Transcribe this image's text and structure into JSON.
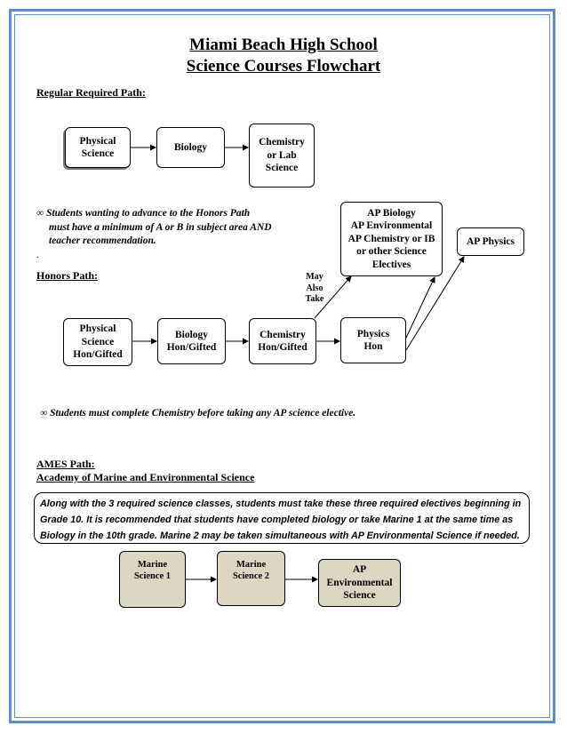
{
  "header": {
    "line1": "Miami Beach High School",
    "line2": "Science Courses Flowchart"
  },
  "regular": {
    "label": "Regular Required Path:",
    "boxes": [
      "Physical\nScience",
      "Biology",
      "Chemistry\nor Lab\nScience"
    ]
  },
  "honors_note": {
    "line1": "∞ Students wanting to advance to the Honors Path",
    "line2": "must have a minimum of A or B in subject area AND",
    "line3": "teacher recommendation."
  },
  "honors": {
    "label": "Honors Path:",
    "boxes": [
      "Physical\nScience\nHon/Gifted",
      "Biology\nHon/Gifted",
      "Chemistry\nHon/Gifted",
      "Physics\nHon"
    ],
    "may_also_take": "May\nAlso\nTake",
    "ap_electives": "AP Biology\nAP Environmental\nAP Chemistry or IB\nor other Science\nElectives",
    "ap_physics": "AP Physics"
  },
  "chem_note": "∞ Students must complete Chemistry before taking any AP  science elective.",
  "ames": {
    "label1": "AMES Path:",
    "label2": "Academy of Marine and Environmental  Science",
    "callout": "Along with the 3 required science classes, students must take these three required electives beginning in Grade 10. It is recommended that students have completed biology or take Marine 1 at the same time as Biology in the 10th grade. Marine 2 may be taken simultaneous with AP Environmental Science if needed.",
    "boxes": [
      "Marine\nScience 1",
      "Marine\nScience 2",
      "AP\nEnvironmental\nScience"
    ]
  }
}
